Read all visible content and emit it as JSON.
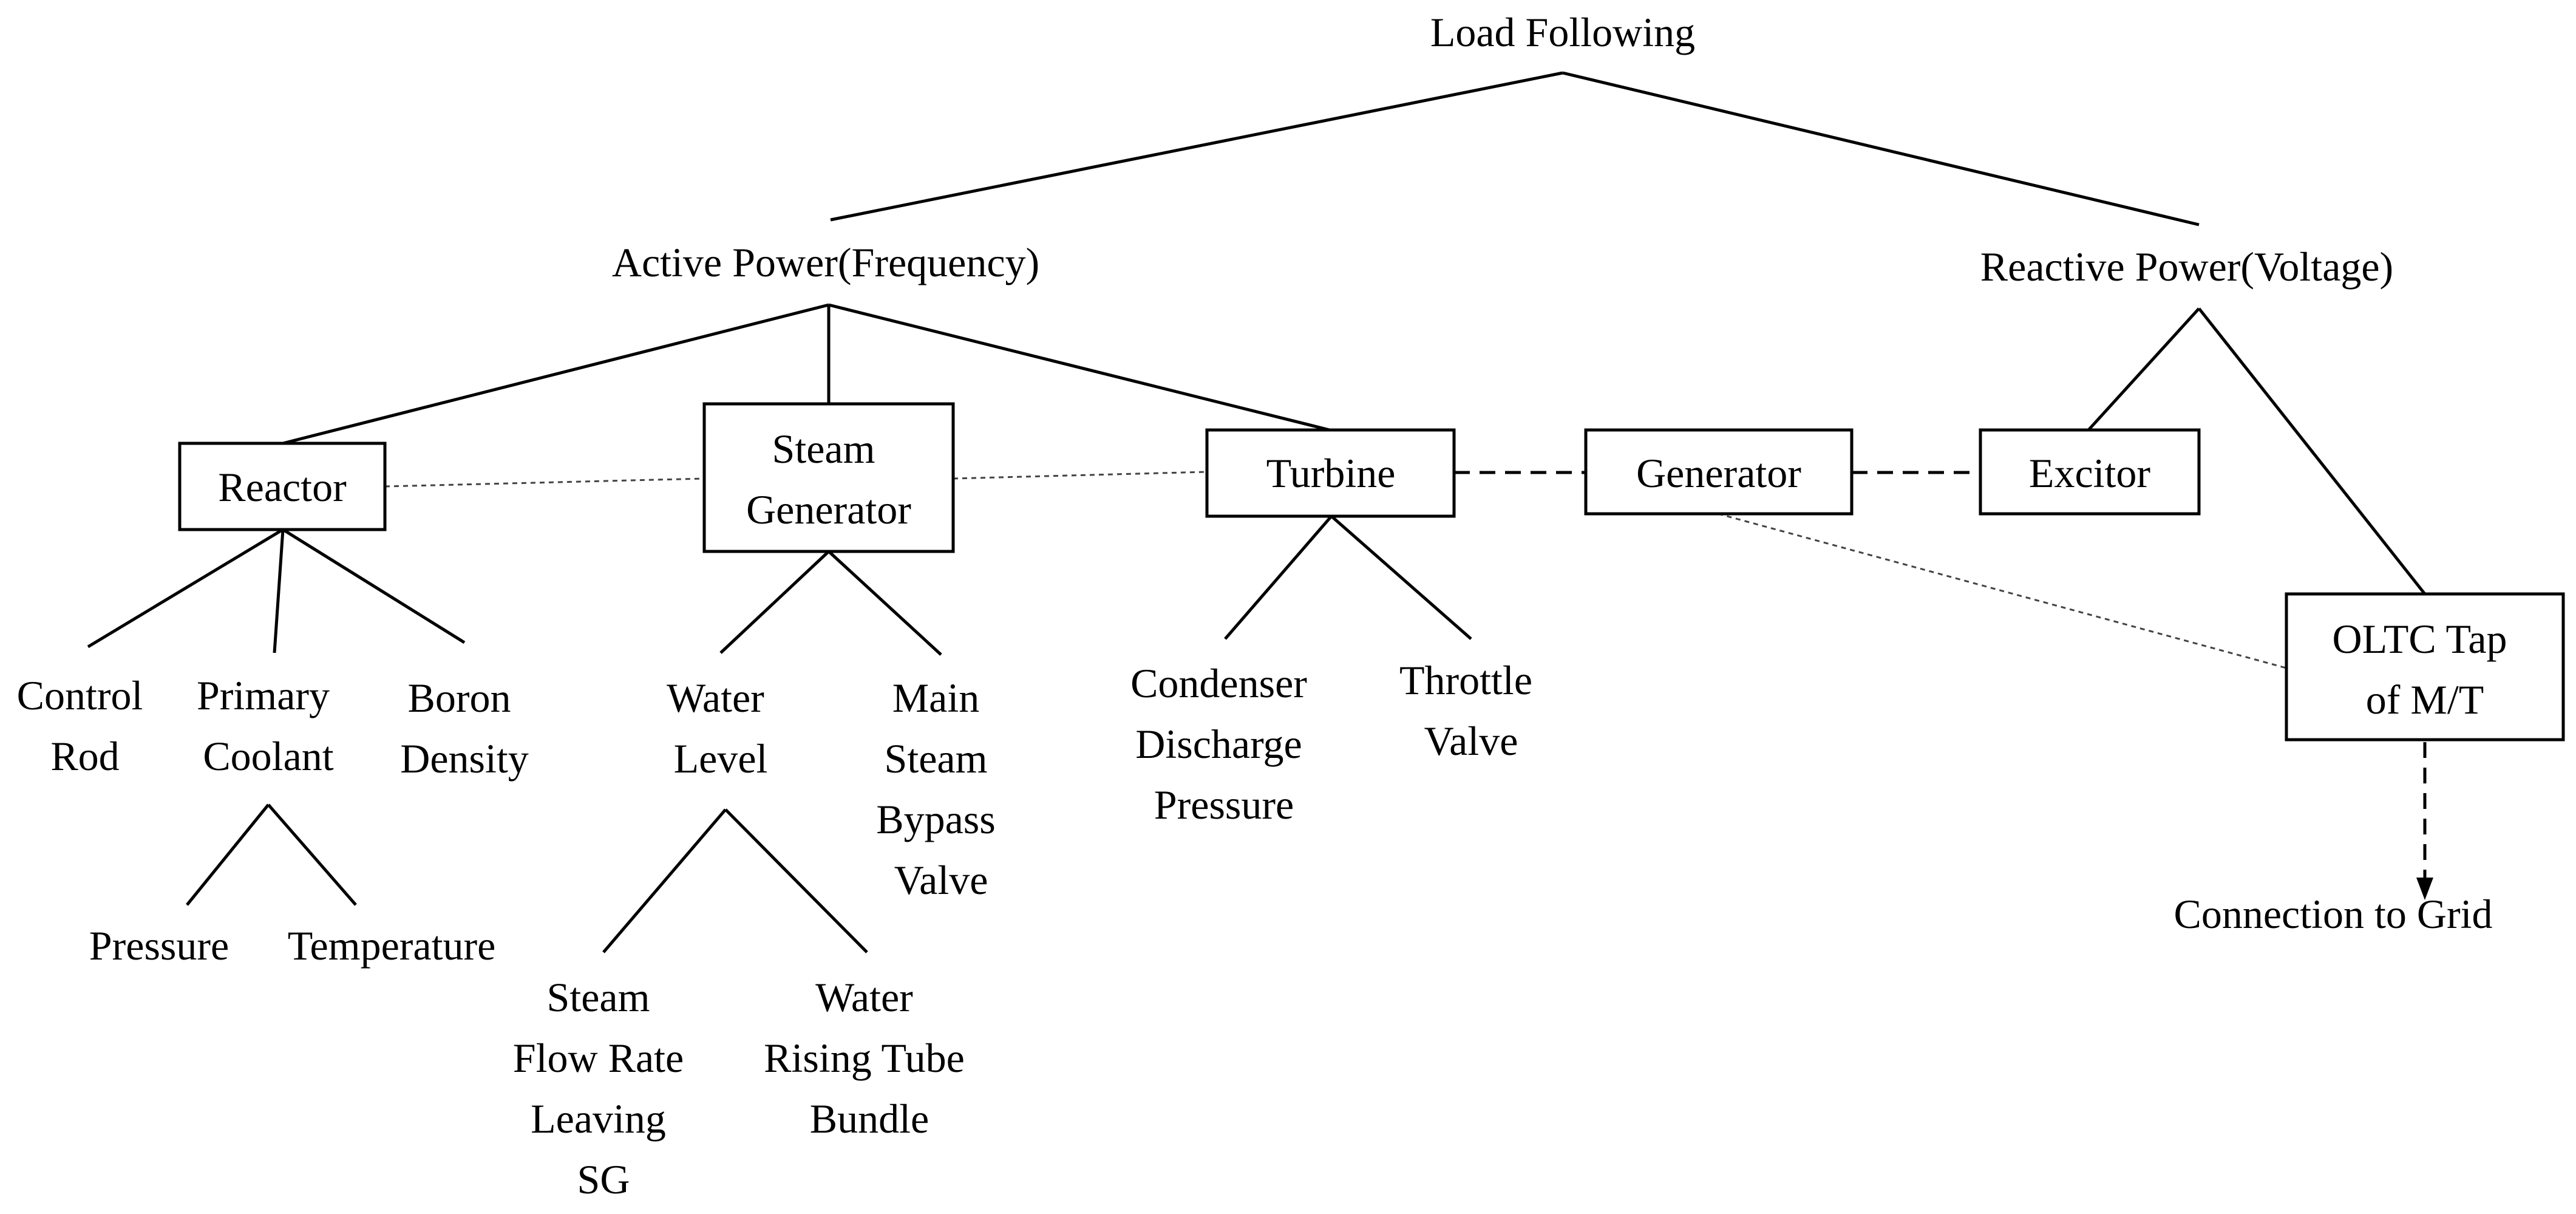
{
  "nodes": {
    "load_following": "Load Following",
    "active_power": "Active Power(Frequency)",
    "reactive_power": "Reactive Power(Voltage)",
    "reactor": "Reactor",
    "steam_generator": [
      "Steam",
      "Generator"
    ],
    "turbine": "Turbine",
    "generator": "Generator",
    "excitor": "Excitor",
    "oltc": [
      "OLTC Tap",
      "of M/T"
    ],
    "control_rod": [
      "Control",
      "Rod"
    ],
    "primary_coolant": [
      "Primary",
      "Coolant"
    ],
    "boron_density": [
      "Boron",
      "Density"
    ],
    "pressure": "Pressure",
    "temperature": "Temperature",
    "water_level": [
      "Water",
      "Level"
    ],
    "main_steam_bypass": [
      "Main",
      "Steam",
      "Bypass",
      "Valve"
    ],
    "steam_flow_rate": [
      "Steam",
      "Flow Rate",
      "Leaving",
      "SG"
    ],
    "water_rising_tube": [
      "Water",
      "Rising Tube",
      "Bundle"
    ],
    "condenser_discharge": [
      "Condenser",
      "Discharge",
      "Pressure"
    ],
    "throttle_valve": [
      "Throttle",
      "Valve"
    ],
    "connection_grid": "Connection to Grid"
  }
}
